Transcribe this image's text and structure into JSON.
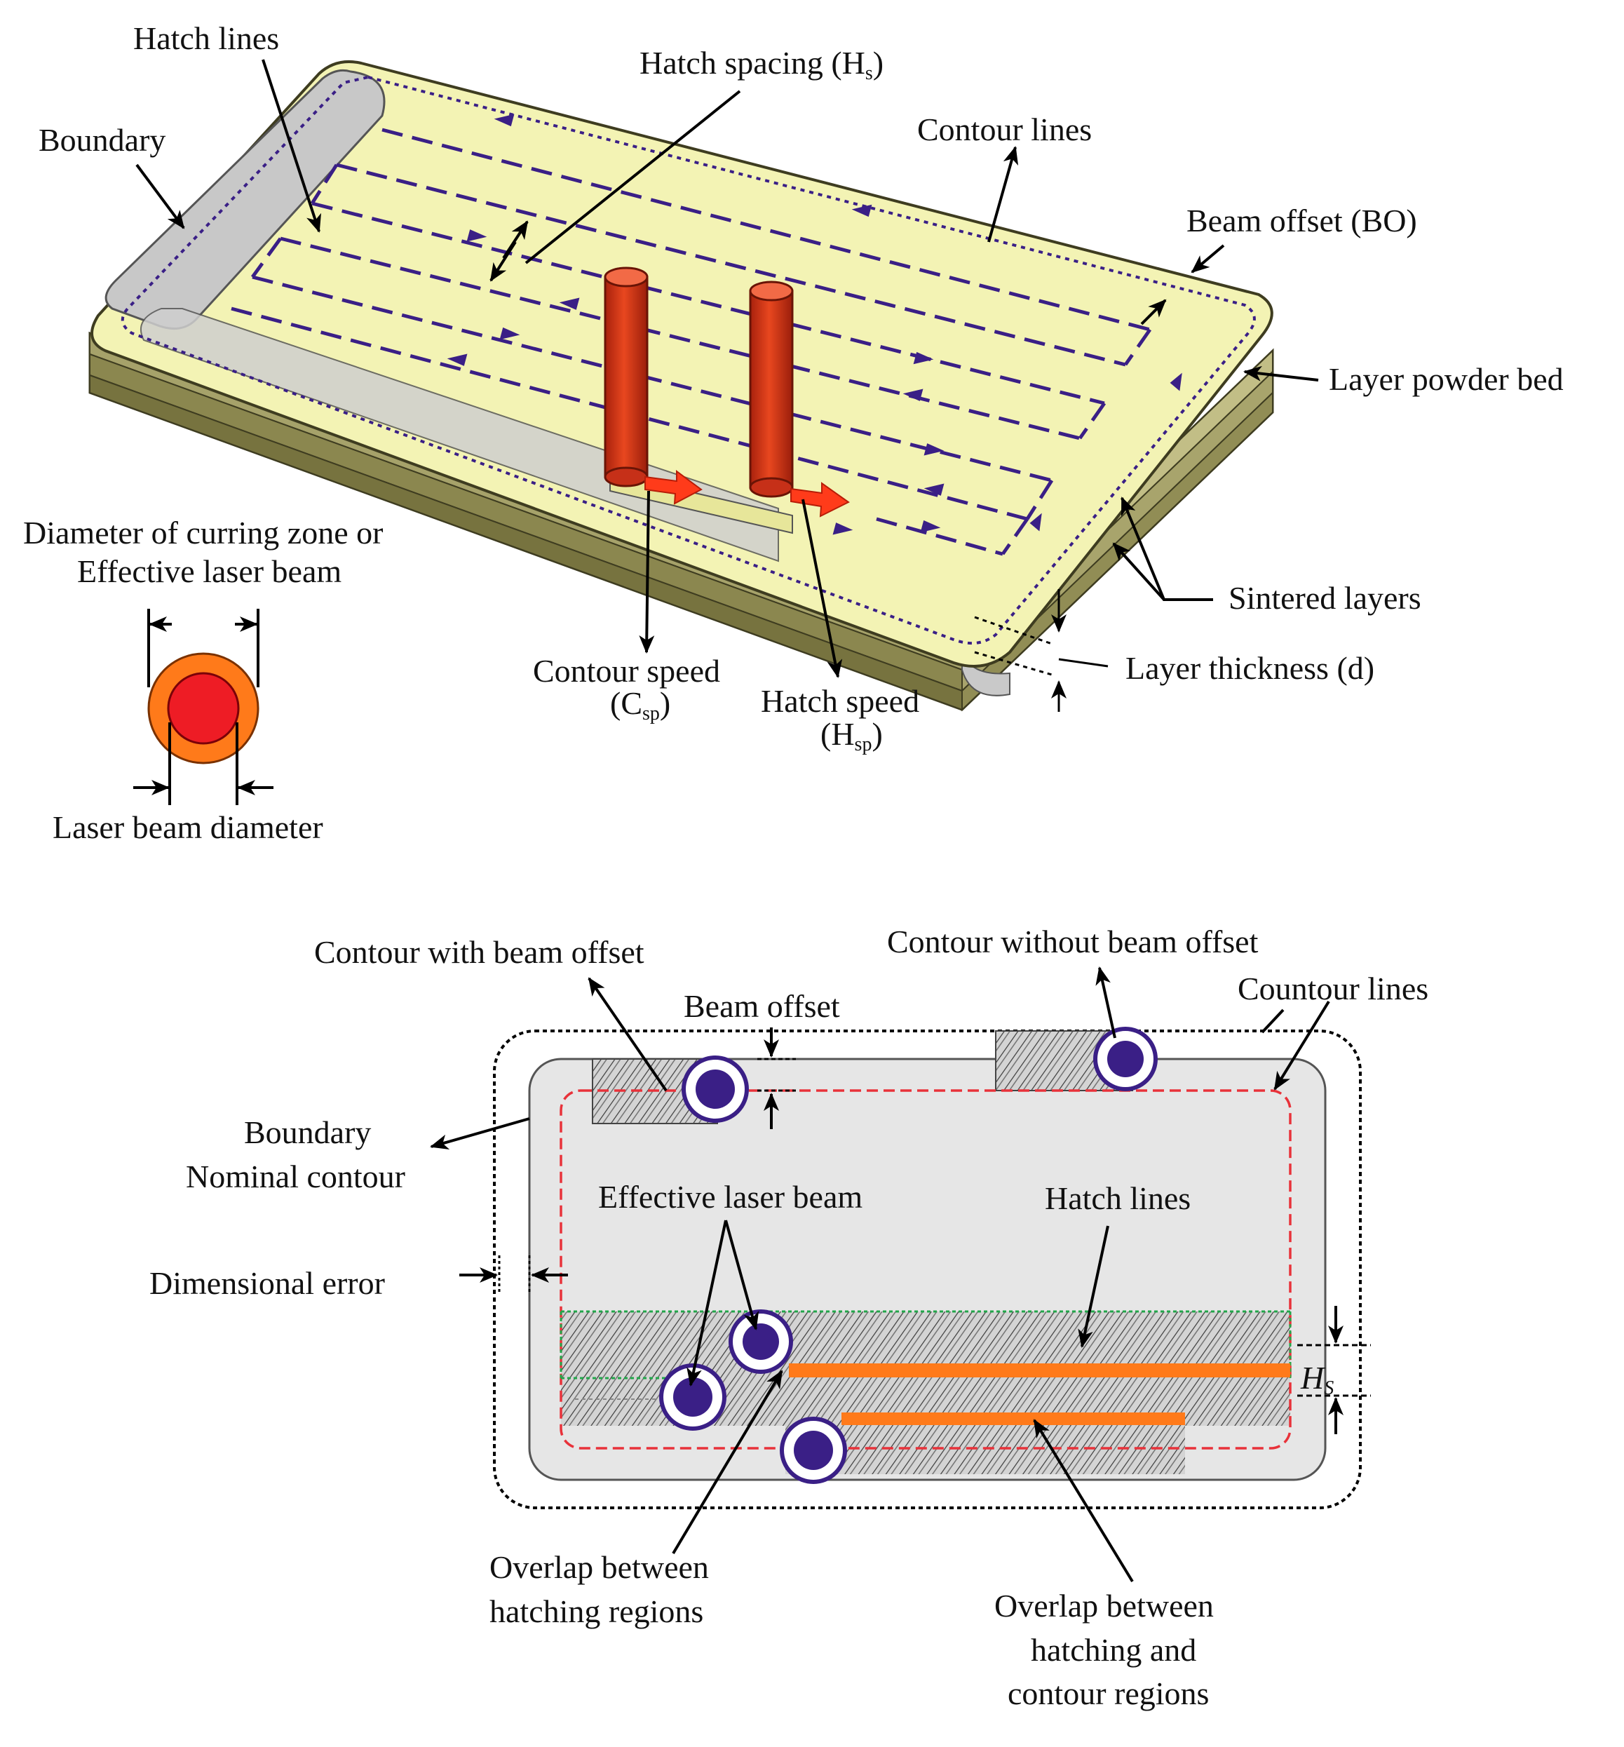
{
  "top_diagram": {
    "labels": {
      "hatch_lines": "Hatch lines",
      "hatch_spacing": "Hatch spacing (H",
      "hatch_spacing_sub": "s",
      "hatch_spacing_close": ")",
      "boundary": "Boundary",
      "contour_lines": "Contour lines",
      "beam_offset": "Beam offset (BO)",
      "layer_powder_bed": "Layer powder bed",
      "sintered_layers": "Sintered layers",
      "layer_thickness": "Layer thickness (d)",
      "contour_speed": "Contour speed",
      "contour_speed_sym": "(C",
      "contour_speed_sub": "sp",
      "contour_speed_close": ")",
      "hatch_speed": "Hatch speed",
      "hatch_speed_sym": "(H",
      "hatch_speed_sub": "sp",
      "hatch_speed_close": ")",
      "curing_zone_line1": "Diameter of curring zone or",
      "curing_zone_line2": "Effective laser beam",
      "laser_beam_diameter": "Laser beam diameter"
    }
  },
  "bottom_diagram": {
    "labels": {
      "contour_with_offset": "Contour with beam offset",
      "contour_without_offset": "Contour without beam offset",
      "beam_offset": "Beam offset",
      "countour_lines": "Countour lines",
      "boundary": "Boundary",
      "nominal_contour": "Nominal contour",
      "effective_laser_beam": "Effective laser beam",
      "hatch_lines": "Hatch lines",
      "dimensional_error": "Dimensional error",
      "hs_symbol": "H",
      "hs_sub": "S",
      "overlap_hatching_line1": "Overlap between",
      "overlap_hatching_line2": "hatching regions",
      "overlap_contour_line1": "Overlap between",
      "overlap_contour_line2": "hatching and",
      "overlap_contour_line3": "contour regions"
    }
  },
  "colors": {
    "powder": "#f3f3b4",
    "powder_edge": "#d9d98a",
    "layer_side": "#8e8a52",
    "boundary_grey": "#c8c8c8",
    "laser_red": "#d9381e",
    "laser_arrow": "#ff3b1a",
    "scan_purple": "#3a1f86",
    "beam_orange": "#ff7a1a",
    "beam_red": "#ee1c25",
    "contour_red": "#e8323a",
    "hatch_green": "#22a64a",
    "plate_grey": "#e6e6e6"
  }
}
